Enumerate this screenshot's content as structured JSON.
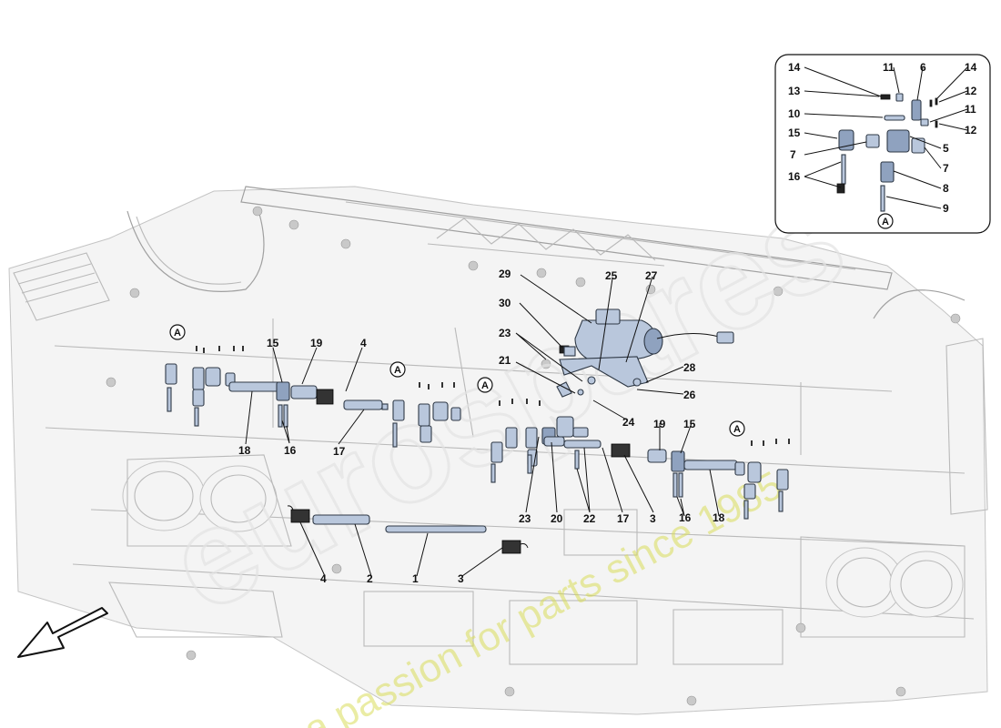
{
  "diagram": {
    "callouts_main": [
      {
        "id": "c1",
        "text": "1"
      },
      {
        "id": "c2",
        "text": "2"
      },
      {
        "id": "c3a",
        "text": "3"
      },
      {
        "id": "c3b",
        "text": "3"
      },
      {
        "id": "c4a",
        "text": "4"
      },
      {
        "id": "c4b",
        "text": "4"
      },
      {
        "id": "c15a",
        "text": "15"
      },
      {
        "id": "c15b",
        "text": "15"
      },
      {
        "id": "c16a",
        "text": "16"
      },
      {
        "id": "c16b",
        "text": "16"
      },
      {
        "id": "c17a",
        "text": "17"
      },
      {
        "id": "c17b",
        "text": "17"
      },
      {
        "id": "c18a",
        "text": "18"
      },
      {
        "id": "c18b",
        "text": "18"
      },
      {
        "id": "c19a",
        "text": "19"
      },
      {
        "id": "c19b",
        "text": "19"
      },
      {
        "id": "c20",
        "text": "20"
      },
      {
        "id": "c21",
        "text": "21"
      },
      {
        "id": "c22",
        "text": "22"
      },
      {
        "id": "c23a",
        "text": "23"
      },
      {
        "id": "c23b",
        "text": "23"
      },
      {
        "id": "c24",
        "text": "24"
      },
      {
        "id": "c25",
        "text": "25"
      },
      {
        "id": "c26",
        "text": "26"
      },
      {
        "id": "c27",
        "text": "27"
      },
      {
        "id": "c28",
        "text": "28"
      },
      {
        "id": "c29",
        "text": "29"
      },
      {
        "id": "c30",
        "text": "30"
      }
    ],
    "callouts_detail": [
      {
        "id": "d14a",
        "text": "14"
      },
      {
        "id": "d11a",
        "text": "11"
      },
      {
        "id": "d6",
        "text": "6"
      },
      {
        "id": "d14b",
        "text": "14"
      },
      {
        "id": "d13",
        "text": "13"
      },
      {
        "id": "d12a",
        "text": "12"
      },
      {
        "id": "d10",
        "text": "10"
      },
      {
        "id": "d11b",
        "text": "11"
      },
      {
        "id": "d12b",
        "text": "12"
      },
      {
        "id": "d15",
        "text": "15"
      },
      {
        "id": "d5",
        "text": "5"
      },
      {
        "id": "d7a",
        "text": "7"
      },
      {
        "id": "d7b",
        "text": "7"
      },
      {
        "id": "d16",
        "text": "16"
      },
      {
        "id": "d8",
        "text": "8"
      },
      {
        "id": "d9",
        "text": "9"
      }
    ],
    "section_markers": [
      {
        "id": "mA1",
        "text": "A"
      },
      {
        "id": "mA2",
        "text": "A"
      },
      {
        "id": "mA3",
        "text": "A"
      },
      {
        "id": "mA4",
        "text": "A"
      },
      {
        "id": "mA5",
        "text": "A"
      }
    ],
    "watermark": {
      "slogan": "a passion for parts since 1985"
    }
  },
  "colors": {
    "part_fill": "#b9c7dc",
    "part_stroke": "#2f3946",
    "outline": "#b9b9b9",
    "watermark": "#d9dd5a"
  }
}
